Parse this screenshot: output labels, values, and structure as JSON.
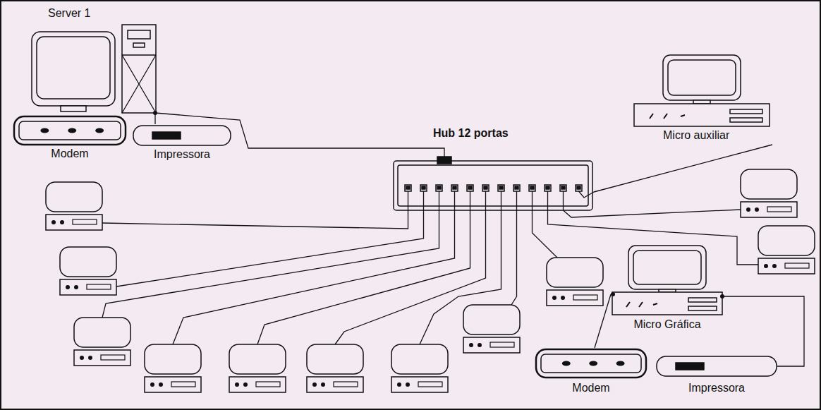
{
  "diagram": {
    "nodes": [
      {
        "text": [
          "Server 1"
        ]
      },
      {
        "text": [
          "Modem"
        ]
      },
      {
        "text": [
          "Impressora"
        ]
      },
      {
        "text": [
          "Hub 12 portas"
        ]
      },
      {
        "text": [
          "Micro auxiliar"
        ]
      },
      {
        "text": [
          "Micro Gráfica"
        ]
      },
      {
        "text": [
          "Modem"
        ]
      },
      {
        "text": [
          "Impressora"
        ]
      }
    ],
    "edges": [
      {
        "from": 0,
        "to": 3,
        "arrow": "none"
      },
      {
        "from": 0,
        "to": 2,
        "arrow": "none"
      },
      {
        "from": 4,
        "to": 3,
        "arrow": "none"
      },
      {
        "from": 5,
        "to": 6,
        "arrow": "none"
      },
      {
        "from": 5,
        "to": 7,
        "arrow": "none"
      }
    ]
  }
}
